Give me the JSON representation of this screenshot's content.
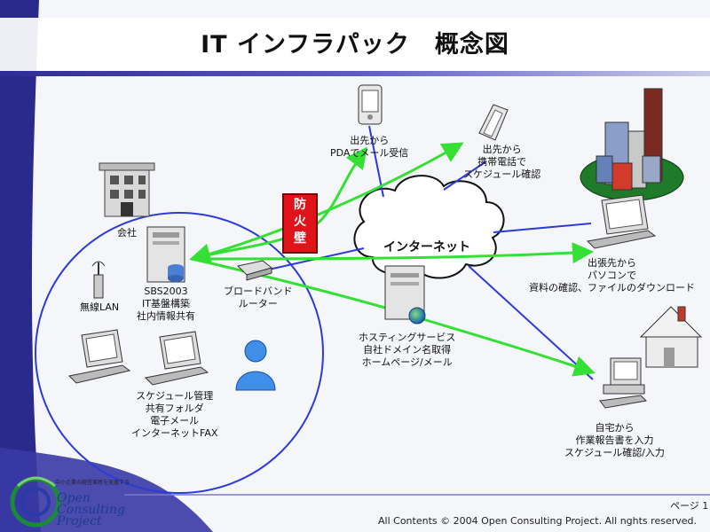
{
  "title": "IT インフラパック　概念図",
  "firewall_label": "防火壁",
  "internet_label": "インターネット",
  "nodes": {
    "company": "会社",
    "wireless_lan": "無線LAN",
    "server": [
      "SBS2003",
      "IT基盤構築",
      "社内情報共有"
    ],
    "router": [
      "ブロードバンド",
      "ルーター"
    ],
    "client_pc": [
      "スケジュール管理",
      "共有フォルダ",
      "電子メール",
      "インターネットFAX"
    ],
    "pda": [
      "出先から",
      "PDAでメール受信"
    ],
    "mobile": [
      "出先から",
      "携帯電話で",
      "スケジュール確認"
    ],
    "hosting": [
      "ホスティングサービス",
      "自社ドメイン名取得",
      "ホームページ/メール"
    ],
    "business_trip": [
      "出張先から",
      "パソコンで",
      "資料の確認、ファイルのダウンロード"
    ],
    "home": [
      "自宅から",
      "作業報告書を入力",
      "スケジュール確認/入力"
    ]
  },
  "footer": {
    "copyright": "All Contents © 2004 Open Consulting Project. All nghts reserved.",
    "page": "ページ 1"
  },
  "logo": {
    "tagline": "中小企業の経営革新を支援する",
    "line1": "Open",
    "line2": "Consulting",
    "line3": "Project"
  },
  "colors": {
    "accent_blue": "#2a2a8c",
    "arrow_green": "#33e033",
    "network_blue": "#2b3bd6",
    "firewall_red": "#e0131a"
  }
}
